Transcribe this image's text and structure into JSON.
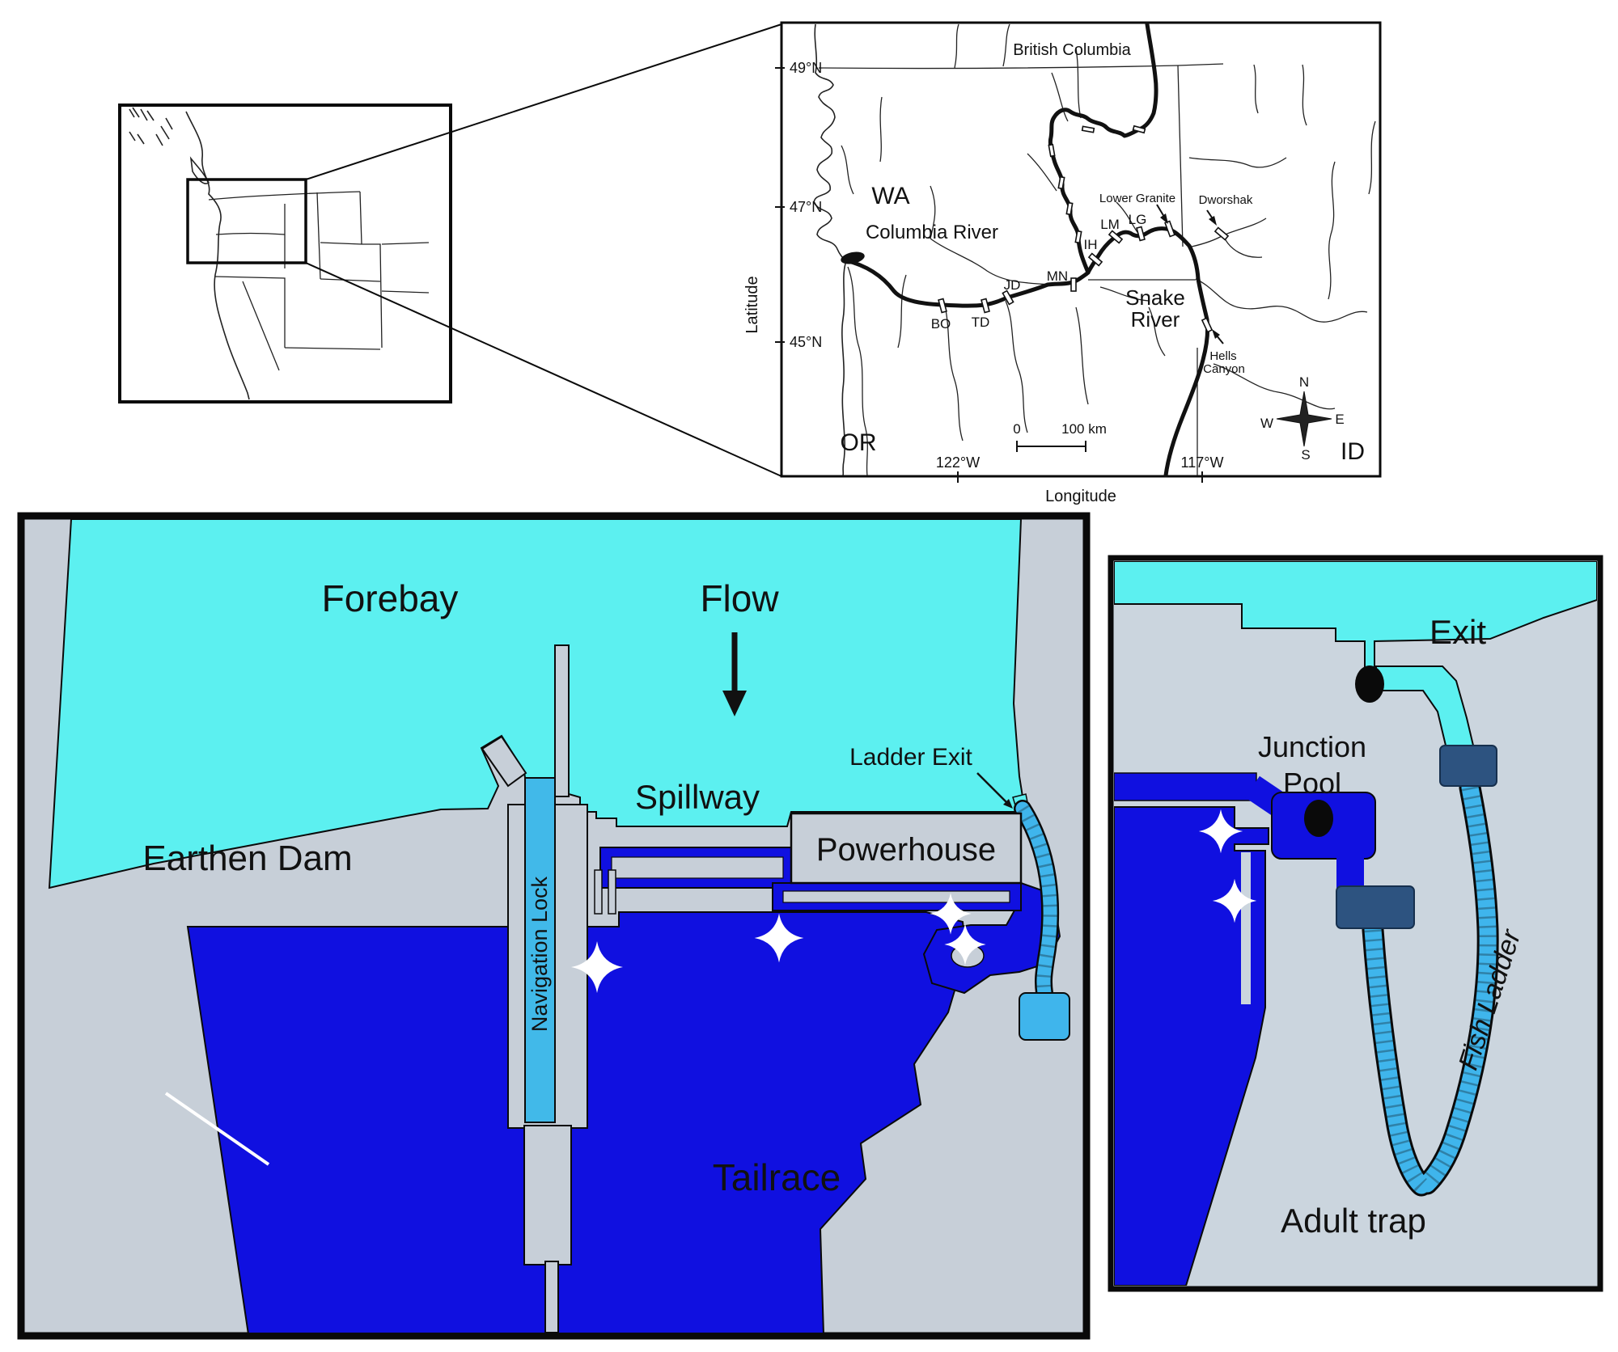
{
  "colors": {
    "forebay_cyan": "#5CF0F0",
    "tailrace_blue": "#1010E0",
    "ladder_blue": "#3FB5EC",
    "lock_blue": "#41B9E9",
    "land_gray": "#C7CFD8",
    "land_gray_light": "#CBD5DE",
    "slate_station": "#2D5380",
    "outline_black": "#0A0A0A"
  },
  "region_map": {
    "labels": {
      "british_columbia": "British Columbia",
      "wa": "WA",
      "or": "OR",
      "id": "ID",
      "columbia_river": "Columbia River",
      "snake_river_1": "Snake",
      "snake_river_2": "River",
      "lower_granite": "Lower Granite",
      "dworshak": "Dworshak",
      "hells_canyon_1": "Hells",
      "hells_canyon_2": "Canyon"
    },
    "dam_codes": [
      "BO",
      "TD",
      "JD",
      "MN",
      "IH",
      "LM",
      "LG"
    ],
    "axes": {
      "y_label": "Latitude",
      "x_label": "Longitude",
      "y_ticks": [
        "49°N",
        "47°N",
        "45°N"
      ],
      "x_ticks": [
        "122°W",
        "117°W"
      ]
    },
    "scale_bar": {
      "zero": "0",
      "hundred": "100 km"
    },
    "compass": {
      "n": "N",
      "e": "E",
      "s": "S",
      "w": "W"
    }
  },
  "dam_diagram": {
    "forebay": "Forebay",
    "flow": "Flow",
    "spillway": "Spillway",
    "earthen_dam": "Earthen Dam",
    "navigation_lock": "Navigation Lock",
    "powerhouse": "Powerhouse",
    "ladder_exit": "Ladder Exit",
    "tailrace": "Tailrace"
  },
  "ladder_diagram": {
    "exit": "Exit",
    "junction_1": "Junction",
    "junction_2": "Pool",
    "fish_ladder": "Fish Ladder",
    "adult_trap": "Adult trap"
  }
}
